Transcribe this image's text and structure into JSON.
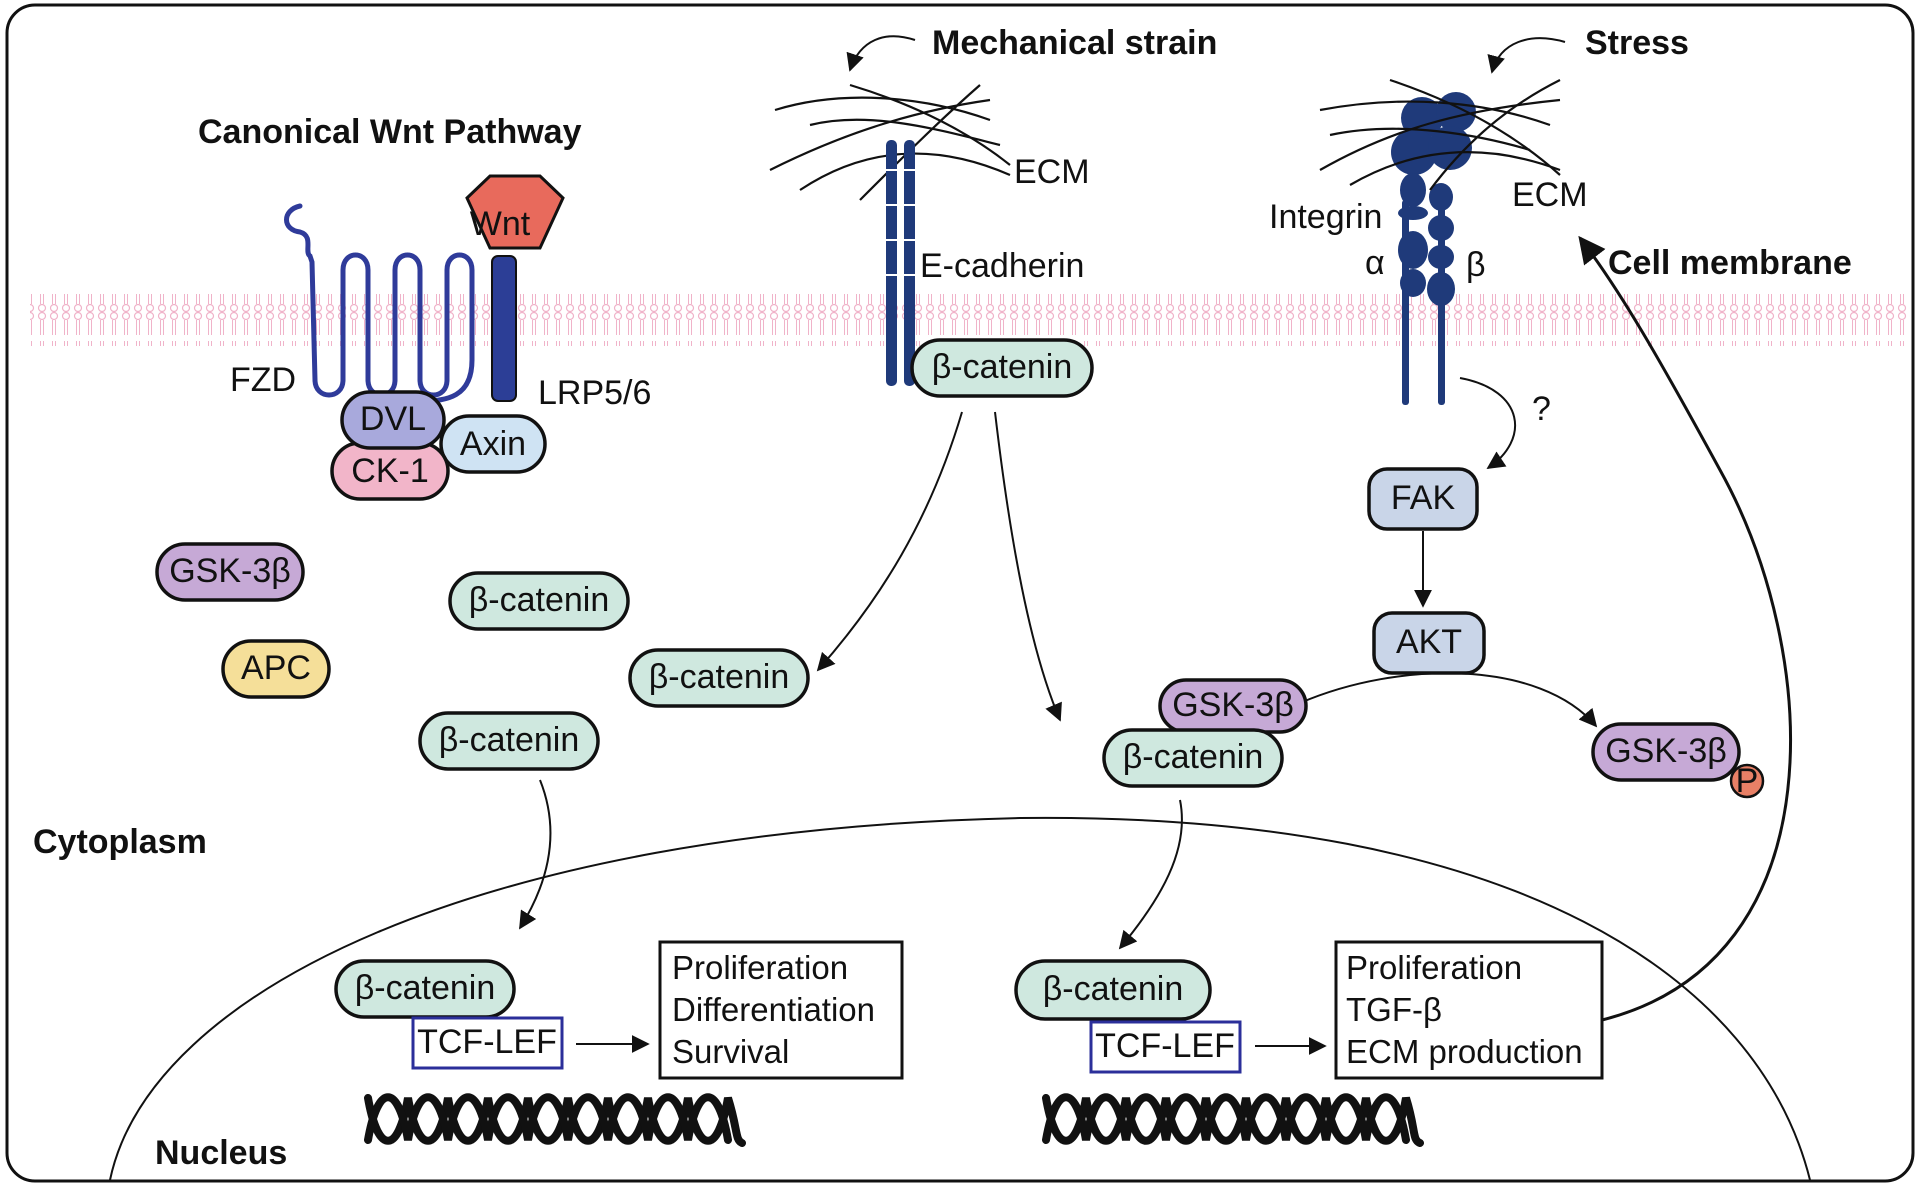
{
  "labels": {
    "canonical_title": "Canonical Wnt Pathway",
    "mechanical_strain": "Mechanical strain",
    "stress": "Stress",
    "ecm_1": "ECM",
    "ecm_2": "ECM",
    "e_cadherin": "E-cadherin",
    "integrin": "Integrin",
    "alpha": "α",
    "beta": "β",
    "cell_membrane": "Cell membrane",
    "fzd": "FZD",
    "lrp": "LRP5/6",
    "wnt": "Wnt",
    "question": "?",
    "cytoplasm": "Cytoplasm",
    "nucleus": "Nucleus"
  },
  "proteins": {
    "dvl": "DVL",
    "axin": "Axin",
    "ck1": "CK-1",
    "gsk_left": "GSK-3β",
    "apc": "APC",
    "bcat_free": "β-catenin",
    "bcat_cadherin": "β-catenin",
    "bcat_released": "β-catenin",
    "bcat_left_lower": "β-catenin",
    "gsk_complex": "GSK-3β",
    "bcat_complex": "β-catenin",
    "fak": "FAK",
    "akt": "AKT",
    "gsk_p": "GSK-3β",
    "phospho": "P",
    "bcat_nuc_left": "β-catenin",
    "bcat_nuc_right": "β-catenin",
    "tcf_left": "TCF-LEF",
    "tcf_right": "TCF-LEF"
  },
  "outcomes": {
    "left": [
      "Proliferation",
      "Differentiation",
      "Survival"
    ],
    "right": [
      "Proliferation",
      "TGF-β",
      "ECM production"
    ]
  },
  "colors": {
    "beta_catenin": "#cfe8df",
    "gsk": "#c6a9d6",
    "dvl": "#a8a9dc",
    "axin": "#cfe3f3",
    "ck1": "#f2b5c9",
    "apc": "#f5df99",
    "fak_akt": "#c9d5e8",
    "wnt": "#e86a5c",
    "phospho": "#e98066",
    "fzd": "#2f3b9a",
    "lrp": "#2c3e96",
    "adhesion": "#1f3a7a",
    "tcf_border": "#2b2f9a",
    "membrane": "#f2b6cc"
  }
}
